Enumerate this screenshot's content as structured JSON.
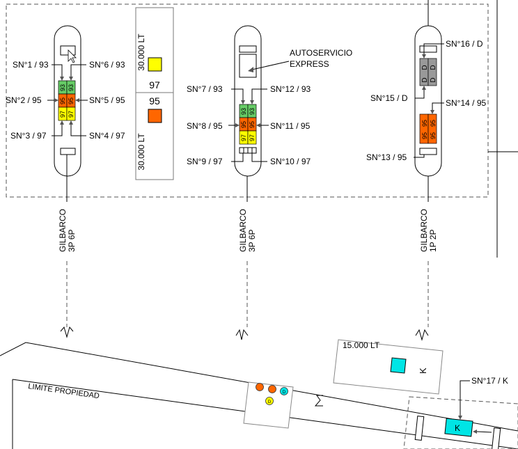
{
  "tanks": {
    "top_capacity": "30.000 LT",
    "top_fuel": "97",
    "bottom_fuel": "95",
    "bottom_capacity": "30.000 LT",
    "top_color": "#ffff00",
    "bottom_color": "#ff6600",
    "kerosene_capacity": "15.000 LT",
    "kerosene_mark": "K",
    "kerosene_color": "#00e5e5"
  },
  "islands": [
    {
      "brand": "GILBARCO",
      "model": "3P 6P",
      "nozzles_left": [
        "SN°1 / 93",
        "SN°2 / 95",
        "SN°3 / 97"
      ],
      "nozzles_right": [
        "SN°6 / 93",
        "SN°5 / 95",
        "SN°4 / 97"
      ],
      "grades": [
        "93",
        "95",
        "97"
      ]
    },
    {
      "brand": "GILBARCO",
      "model": "3P 6P",
      "title_line1": "AUTOSERVICIO",
      "title_line2": "EXPRESS",
      "nozzles_left": [
        "SN°7 / 93",
        "SN°8 / 95",
        "SN°9 / 97"
      ],
      "nozzles_right": [
        "SN°12 / 93",
        "SN°11 / 95",
        "SN°10 / 97"
      ],
      "grades": [
        "93",
        "95",
        "97"
      ]
    },
    {
      "brand": "GILBARCO",
      "model": "1P 2P",
      "nozzles": [
        "SN°16 / D",
        "SN°15 / D",
        "SN°14 / 95",
        "SN°13 / 95"
      ],
      "diesel_label": "D",
      "gas_label": "95"
    }
  ],
  "grade_colors": {
    "93": "#66cc66",
    "95": "#ff6600",
    "97": "#ffff00",
    "D": "#999999"
  },
  "property_limit": "LIMITE PROPIEDAD",
  "kerosene_nozzle": "SN°17 / K",
  "kerosene_pump": "K",
  "vents": [
    "",
    "",
    "D",
    "D"
  ]
}
